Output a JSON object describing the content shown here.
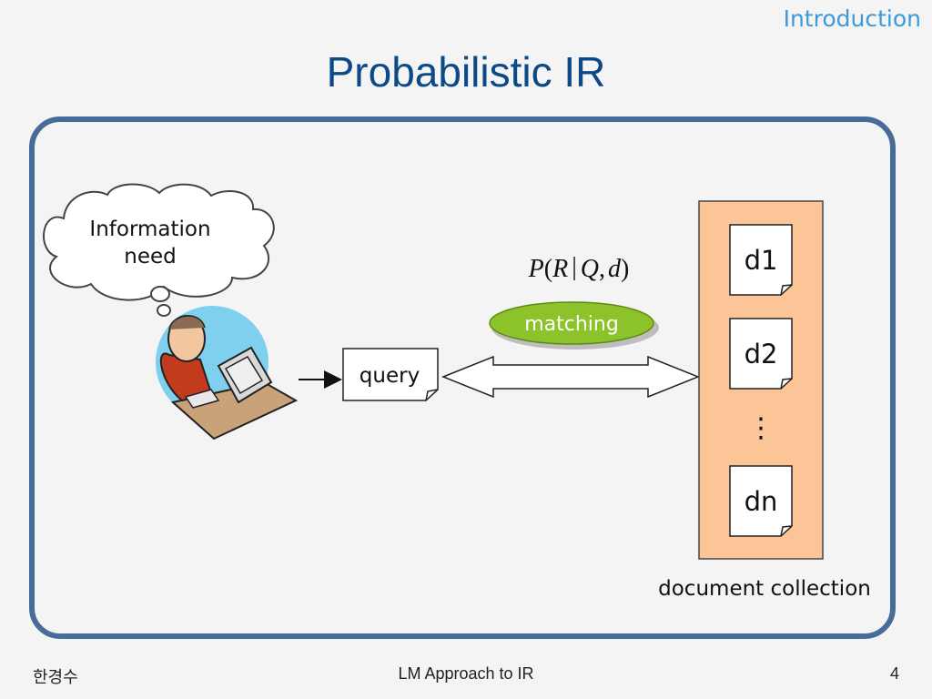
{
  "slide": {
    "section": "Introduction",
    "title": "Probabilistic IR",
    "footer": {
      "left": "한경수",
      "center": "LM Approach to IR",
      "page": "4"
    }
  },
  "diagram": {
    "thought_cloud": {
      "lines": [
        "Information",
        "need"
      ]
    },
    "query_label": "query",
    "formula": {
      "p": "P",
      "open": "(",
      "r": "R",
      "bar": "|",
      "q": "Q",
      "comma": ",",
      "d": "d",
      "close": ")"
    },
    "matching_label": "matching",
    "documents": [
      "d1",
      "d2",
      "dn"
    ],
    "ellipsis": "⋮",
    "collection_label": "document collection"
  },
  "colors": {
    "title": "#0b4a86",
    "section": "#3b9ad9",
    "frame": "#486c9a",
    "collection_fill": "#fbc597",
    "matching_fill": "#8cc32a"
  }
}
